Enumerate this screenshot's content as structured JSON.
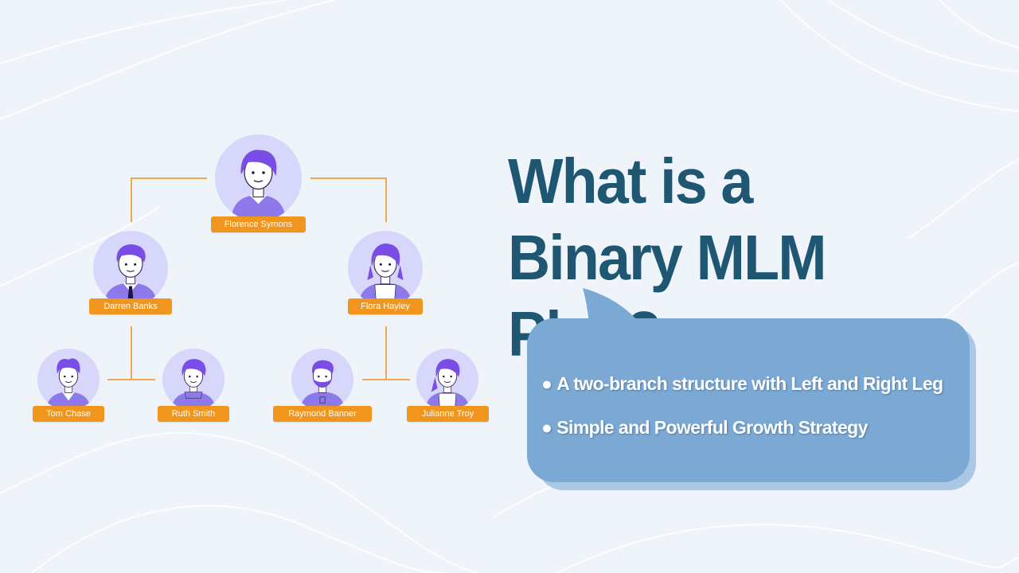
{
  "title": {
    "line1": "What is a",
    "line2": "Binary MLM Plan?"
  },
  "bullets": [
    {
      "marker": "●",
      "text": "A two-branch structure with Left and Right Leg"
    },
    {
      "marker": "●",
      "text": "Simple and Powerful Growth Strategy"
    }
  ],
  "tree": {
    "root": {
      "name": "Florence Symons",
      "icon": "woman-avatar-icon"
    },
    "left": {
      "name": "Darren Banks",
      "icon": "man-avatar-icon"
    },
    "right": {
      "name": "Flora Hayley",
      "icon": "woman-avatar-icon"
    },
    "left_left": {
      "name": "Tom Chase",
      "icon": "man-avatar-icon"
    },
    "left_right": {
      "name": "Ruth Smith",
      "icon": "woman-avatar-icon"
    },
    "right_left": {
      "name": "Raymond Banner",
      "icon": "bearded-man-avatar-icon"
    },
    "right_right": {
      "name": "Julianne Troy",
      "icon": "woman-avatar-icon"
    }
  },
  "colors": {
    "background": "#eef4fa",
    "title": "#1f5773",
    "bubble": "#7ba9d4",
    "bubble_shadow": "#a9c8e6",
    "name_tag": "#f0951d",
    "connector": "#f0a657",
    "avatar_bg": "#d7d6fb",
    "avatar_purple": "#7a4de6"
  }
}
